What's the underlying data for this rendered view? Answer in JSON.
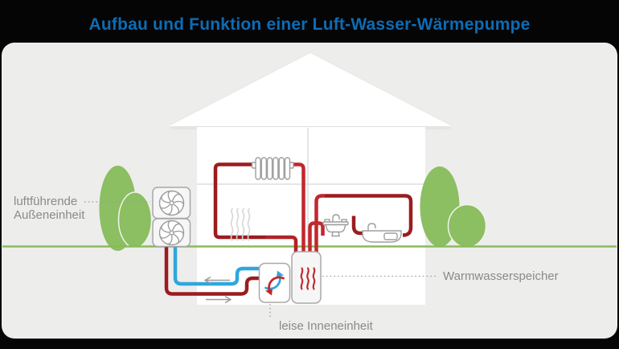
{
  "title": {
    "text": "Aufbau und Funktion einer Luft-Wasser-Wärmepumpe"
  },
  "labels": {
    "outdoor_unit": {
      "line1": "luftführende",
      "line2": "Außeneinheit"
    },
    "indoor_unit": "leise Inneneinheit",
    "hot_water_tank": "Warmwasserspeicher"
  },
  "icons": {
    "outdoor_fans": "fan-icon",
    "radiator": "radiator-icon",
    "room_heat": "heat-waves-icon",
    "sink": "sink-icon",
    "bathtub": "bathtub-icon",
    "indoor_cycle": "refresh-cycle-icon",
    "tank_heat": "hot-water-waves-icon"
  },
  "colors": {
    "background": "#050505",
    "card": "#ededec",
    "house": "#ffffff",
    "wall-line": "#dedede",
    "tree": "#8cbe62",
    "ground": "#8abb5b",
    "pipe-hot": "#c2272d",
    "pipe-return": "#9b1c20",
    "pipe-cold": "#2fa7dc",
    "icon-stroke": "#9e9e9e",
    "box-stroke": "#a8a8a8",
    "label": "#8a8a8a",
    "leader": "#a0a0a0",
    "title": "#0d6cb5"
  }
}
